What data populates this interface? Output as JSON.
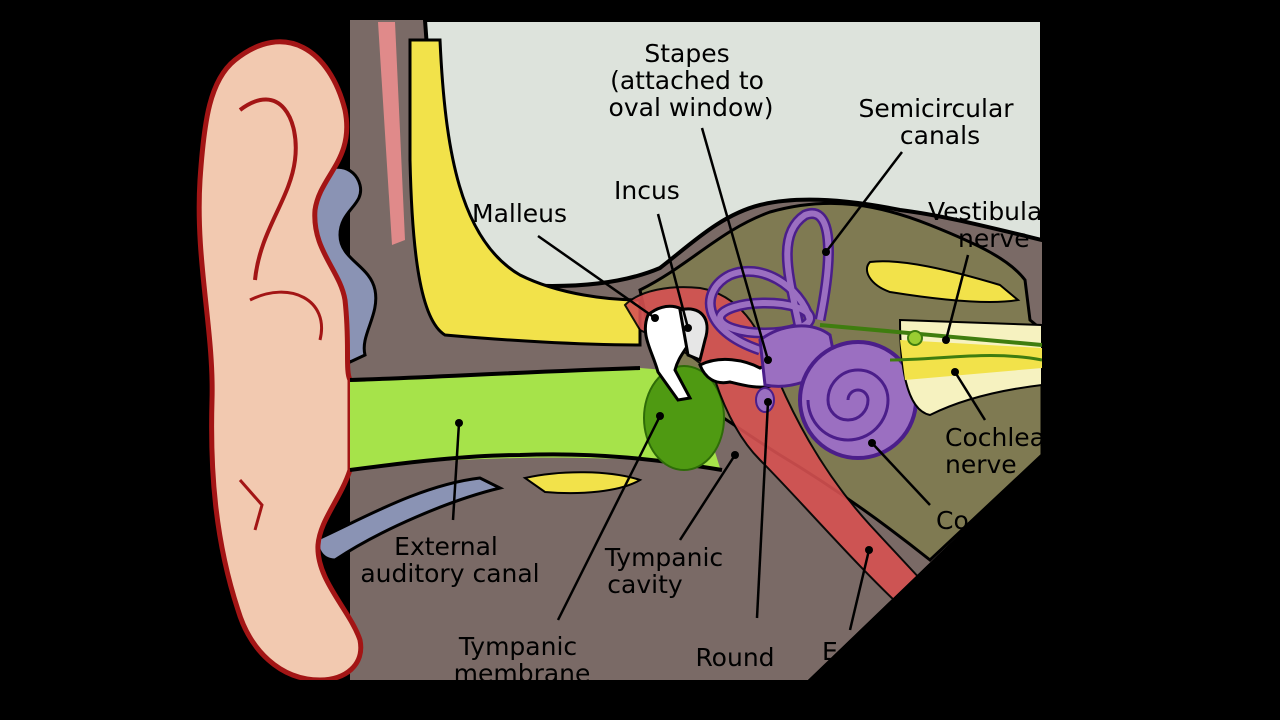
{
  "labels": {
    "stapes": [
      "Stapes",
      "(attached to",
      "oval window)"
    ],
    "semicircular_canals": [
      "Semicircular",
      "canals"
    ],
    "incus": [
      "Incus"
    ],
    "malleus": [
      "Malleus"
    ],
    "vestibular_nerve": [
      "Vestibula",
      "nerve"
    ],
    "cochlear_nerve": [
      "Cochlea",
      "nerve"
    ],
    "cochlea": [
      "Co"
    ],
    "external_auditory_canal": [
      "External",
      "auditory canal"
    ],
    "tympanic_cavity": [
      "Tympanic",
      "cavity"
    ],
    "tympanic_membrane": [
      "Tympanic",
      "membrane"
    ],
    "round_window": [
      "Round"
    ],
    "eustachian_tube": [
      "E"
    ]
  },
  "colors": {
    "background": "#000000",
    "air_area": "#dde3dc",
    "bone": "#7a6a66",
    "olive_tissue": "#7f7a52",
    "yellow_bone": "#f2e24a",
    "cartilage_blue": "#8a93b4",
    "pinna_skin": "#f2c9b0",
    "pinna_outline": "#a31515",
    "canal_green": "#a6e34a",
    "membrane_green": "#4f9a12",
    "inner_ear_purple": "#9b6fc1",
    "inner_ear_outline": "#4b1e8a",
    "eustachian_red": "#d65252",
    "nerve_green": "#9acd32"
  }
}
